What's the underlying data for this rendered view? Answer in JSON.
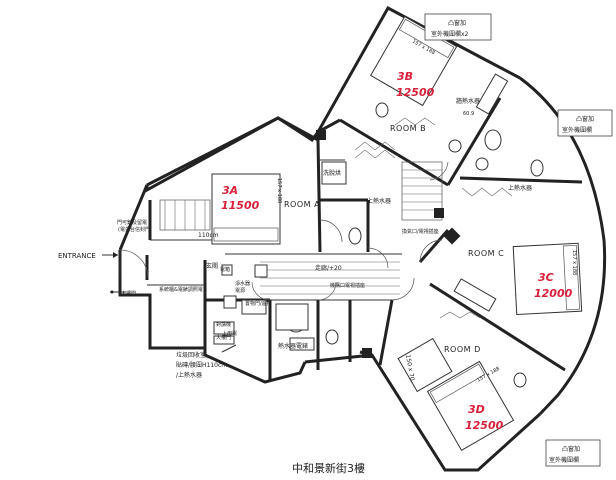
{
  "title": "中和景新街3樓",
  "entrance_label": "ENTRANCE",
  "units": [
    {
      "id": "3A",
      "price": "11500",
      "room": "ROOM  A"
    },
    {
      "id": "3B",
      "price": "12500",
      "room": "ROOM  B"
    },
    {
      "id": "3C",
      "price": "12000",
      "room": "ROOM  C"
    },
    {
      "id": "3D",
      "price": "12500",
      "room": "ROOM  D"
    }
  ],
  "labels": {
    "foyer": "玄關",
    "corridor": "走廊/+20",
    "washer": "洗脫烘",
    "heater_a": "上熱水器",
    "heater_b": "上熱水器",
    "heater_c": "上熱水器",
    "wall_heater_b": "牆熱水器",
    "water_meter": "熱水器電錶",
    "garbage": "垃圾回收室",
    "garbage_sub1": "貼磚/腰圍H110cm",
    "garbage_sub2": "/上熱水器",
    "door_note1": "門可鎖及留電",
    "door_note2": "(電先台信封門)",
    "h110": "110cm",
    "system_cabinet": "系統櫃&電錶調照電",
    "water_purifier": "淨水器",
    "wiring": "換氣口/電視插座",
    "wiring2": "機構口電視插座",
    "electrical_box": "電箱",
    "bay_c1": "凸窗加",
    "bay_c2": "室外機圍欄",
    "bay_b1": "凸窗加",
    "bay_b2": "室外機圍欄x2",
    "bay_d1": "凸窗加",
    "bay_d2": "室外機圍欄",
    "upstairs": "上用電",
    "lamp": "電源",
    "table_note": "置物門/邊桶",
    "doorbell": "對講機",
    "outer_door": "大樓門",
    "dim_b": "157 x 188",
    "dim_a": "157 x 188",
    "dim_c": "157 x 188",
    "dim_d": "157 x 188",
    "dim_bath_b": "60.9",
    "dim_d_side": "150 x 70"
  }
}
